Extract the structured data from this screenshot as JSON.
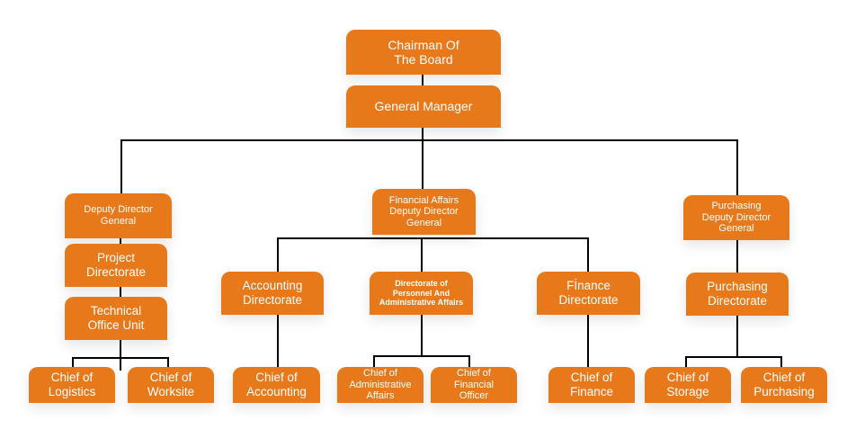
{
  "diagram": {
    "type": "org-chart",
    "colors": {
      "node_fill": "#e8791a",
      "node_text": "#ffffff",
      "connector": "#000000",
      "background": "#ffffff"
    },
    "nodes": {
      "chairman": "Chairman Of\nThe Board",
      "general_manager": "General Manager",
      "deputy_director_general": "Deputy Director\nGeneral",
      "project_directorate": "Project\nDirectorate",
      "technical_office_unit": "Technical\nOffice Unit",
      "chief_logistics": "Chief of\nLogistics",
      "chief_worksite": "Chief of\nWorksite",
      "financial_affairs_ddg": "Financial Affairs\nDeputy Director\nGeneral",
      "accounting_directorate": "Accounting\nDirectorate",
      "personnel_admin_directorate": "Directorate of\nPersonnel And\nAdministrative Affairs",
      "finance_directorate": "Fİnance\nDirectorate",
      "chief_accounting": "Chief of\nAccounting",
      "chief_admin_affairs": "Chief of\nAdministrative\nAffairs",
      "chief_financial_officer": "Chief of\nFinancial\nOfficer",
      "chief_finance": "Chief of\nFinance",
      "purchasing_ddg": "Purchasing\nDeputy Director\nGeneral",
      "purchasing_directorate": "Purchasing\nDirectorate",
      "chief_storage": "Chief of\nStorage",
      "chief_purchasing": "Chief of\nPurchasing"
    },
    "edges": [
      [
        "chairman",
        "general_manager"
      ],
      [
        "general_manager",
        "deputy_director_general"
      ],
      [
        "general_manager",
        "financial_affairs_ddg"
      ],
      [
        "general_manager",
        "purchasing_ddg"
      ],
      [
        "deputy_director_general",
        "project_directorate"
      ],
      [
        "project_directorate",
        "technical_office_unit"
      ],
      [
        "technical_office_unit",
        "chief_logistics"
      ],
      [
        "technical_office_unit",
        "chief_worksite"
      ],
      [
        "financial_affairs_ddg",
        "accounting_directorate"
      ],
      [
        "financial_affairs_ddg",
        "personnel_admin_directorate"
      ],
      [
        "financial_affairs_ddg",
        "finance_directorate"
      ],
      [
        "accounting_directorate",
        "chief_accounting"
      ],
      [
        "personnel_admin_directorate",
        "chief_admin_affairs"
      ],
      [
        "personnel_admin_directorate",
        "chief_financial_officer"
      ],
      [
        "finance_directorate",
        "chief_finance"
      ],
      [
        "purchasing_ddg",
        "purchasing_directorate"
      ],
      [
        "purchasing_directorate",
        "chief_storage"
      ],
      [
        "purchasing_directorate",
        "chief_purchasing"
      ]
    ]
  }
}
